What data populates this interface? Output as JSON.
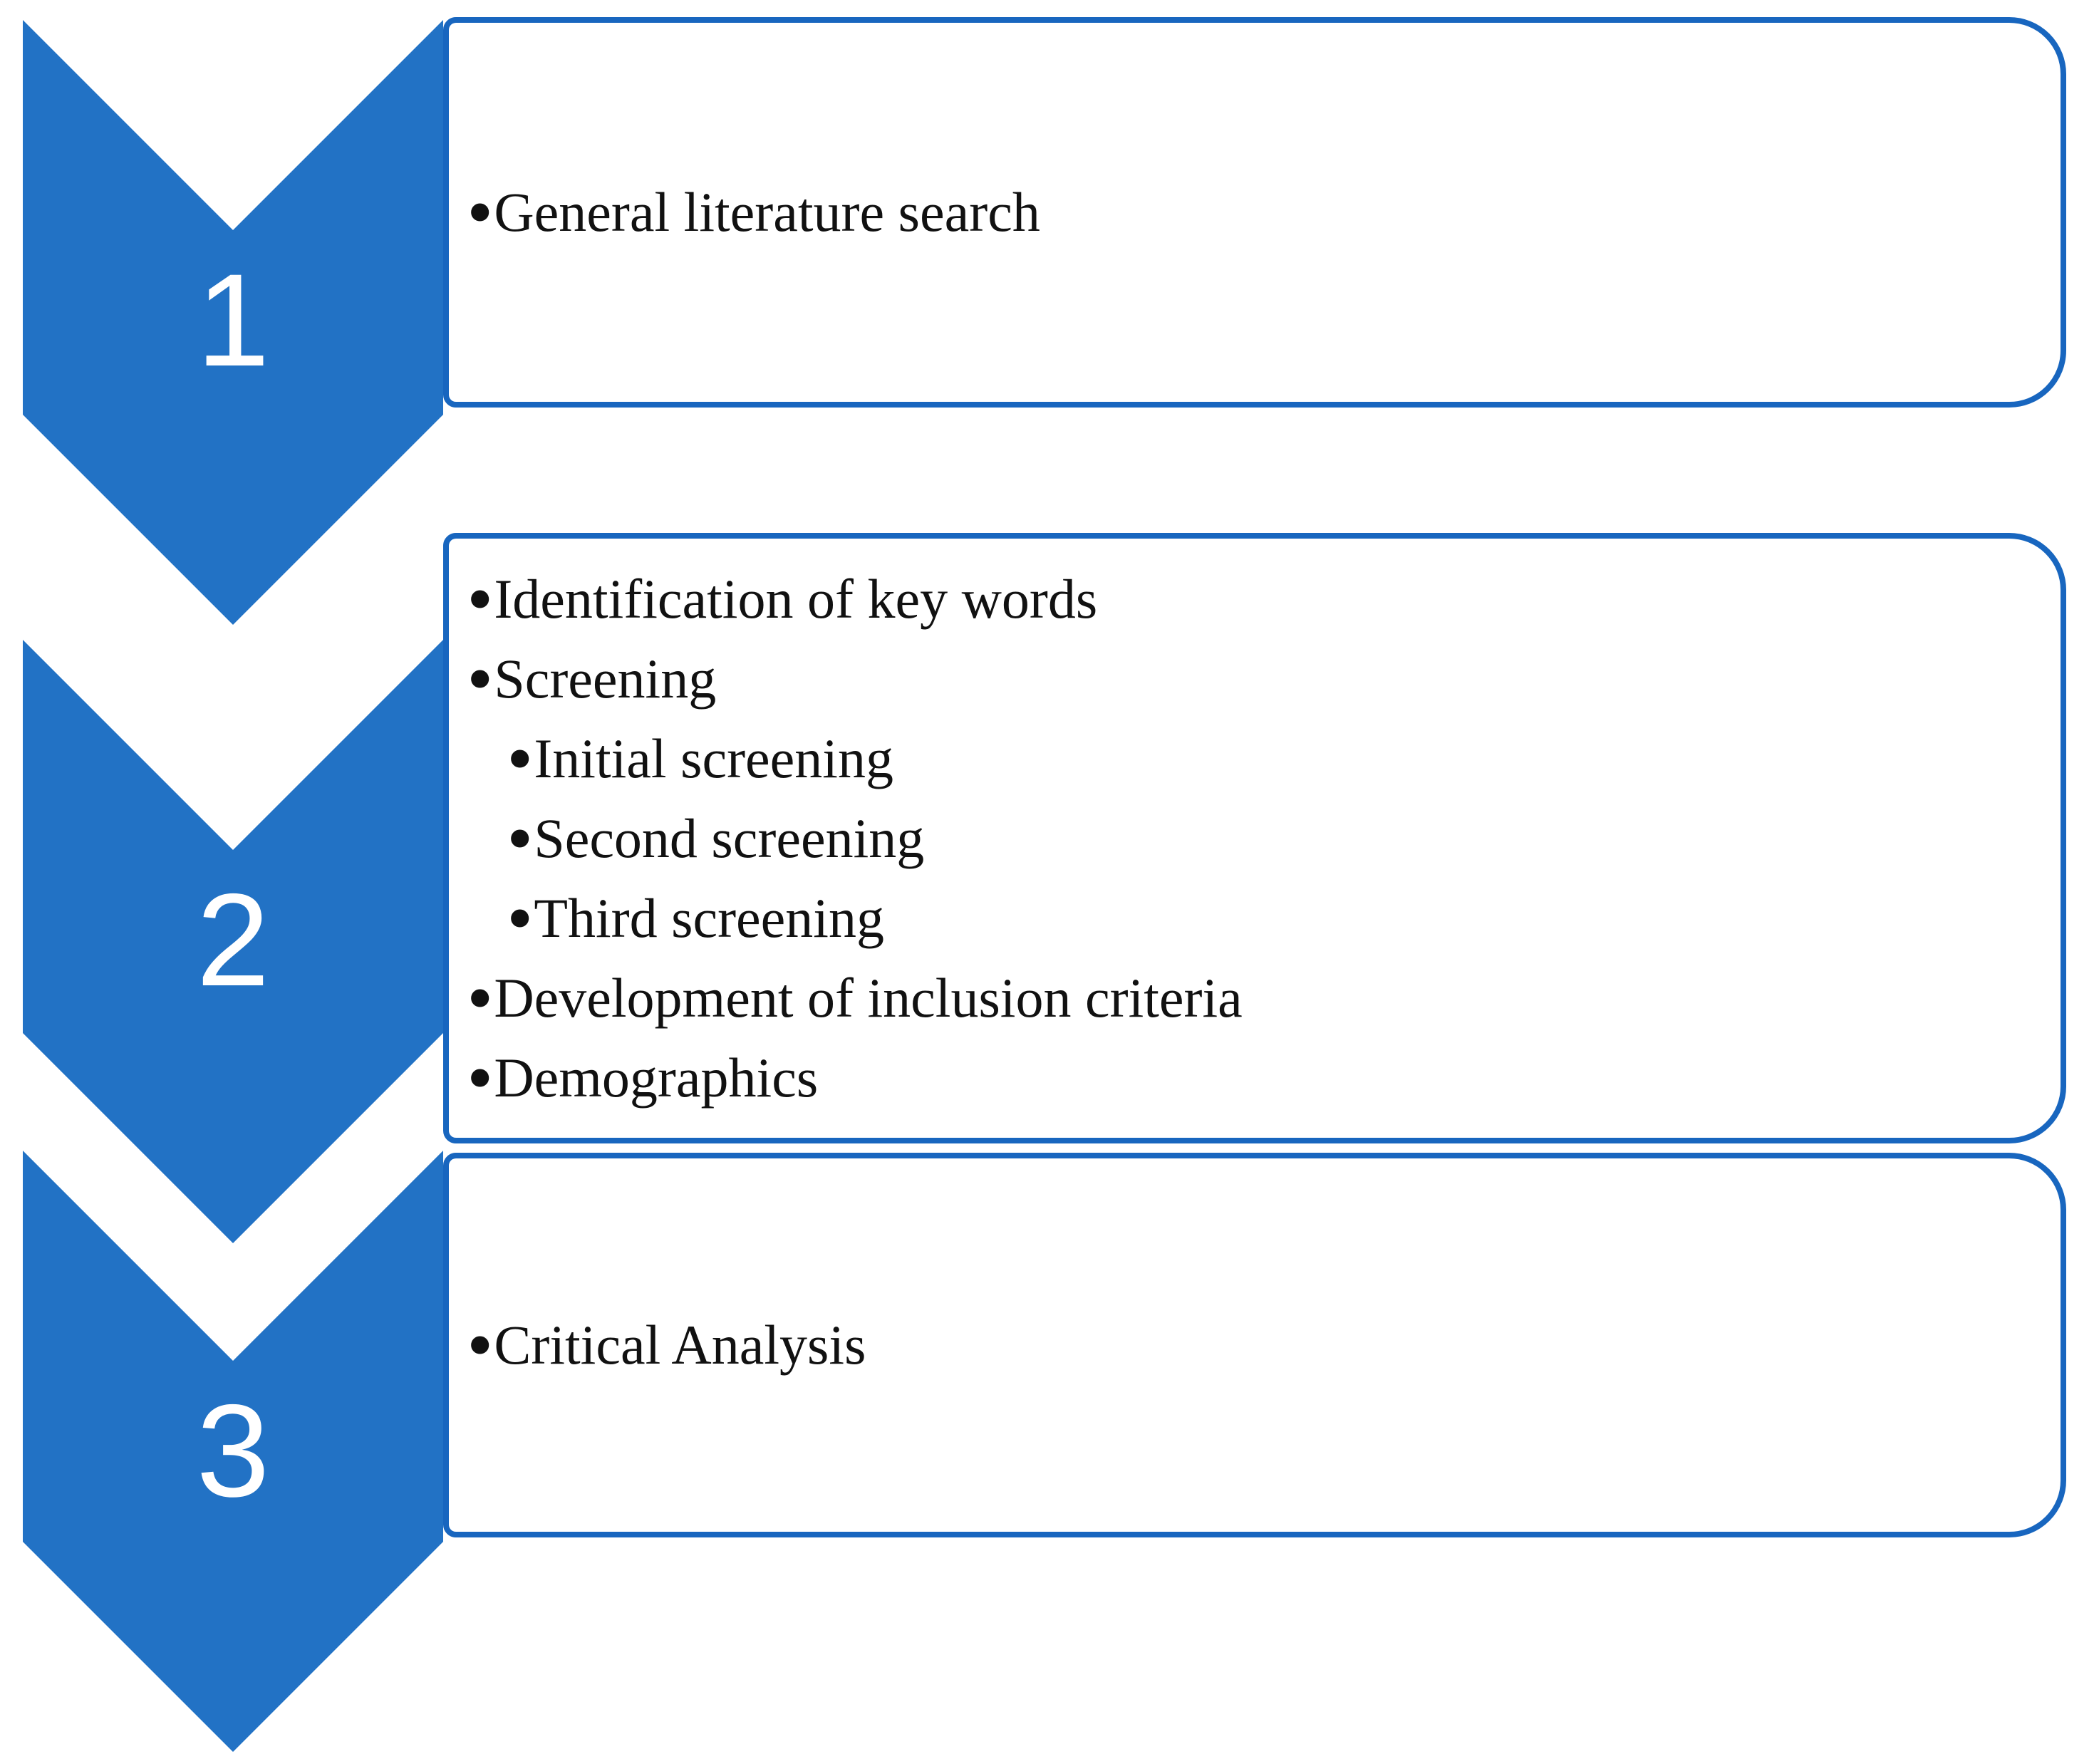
{
  "bullet": "•",
  "colors": {
    "chevron_fill": "#2272C5",
    "box_border": "#1866BF",
    "number_text": "#FFFFFF",
    "body_text": "#111111",
    "background": "#FFFFFF"
  },
  "steps": [
    {
      "number": "1",
      "items": [
        {
          "text": "General literature search",
          "level": 1
        }
      ]
    },
    {
      "number": "2",
      "items": [
        {
          "text": "Identification of key words",
          "level": 1
        },
        {
          "text": "Screening",
          "level": 1
        },
        {
          "text": "Initial screening",
          "level": 2
        },
        {
          "text": "Second screening",
          "level": 2
        },
        {
          "text": "Third screening",
          "level": 2
        },
        {
          "text": "Development of inclusion criteria",
          "level": 1
        },
        {
          "text": "Demographics",
          "level": 1
        }
      ]
    },
    {
      "number": "3",
      "items": [
        {
          "text": "Critical Analysis",
          "level": 1
        }
      ]
    }
  ]
}
